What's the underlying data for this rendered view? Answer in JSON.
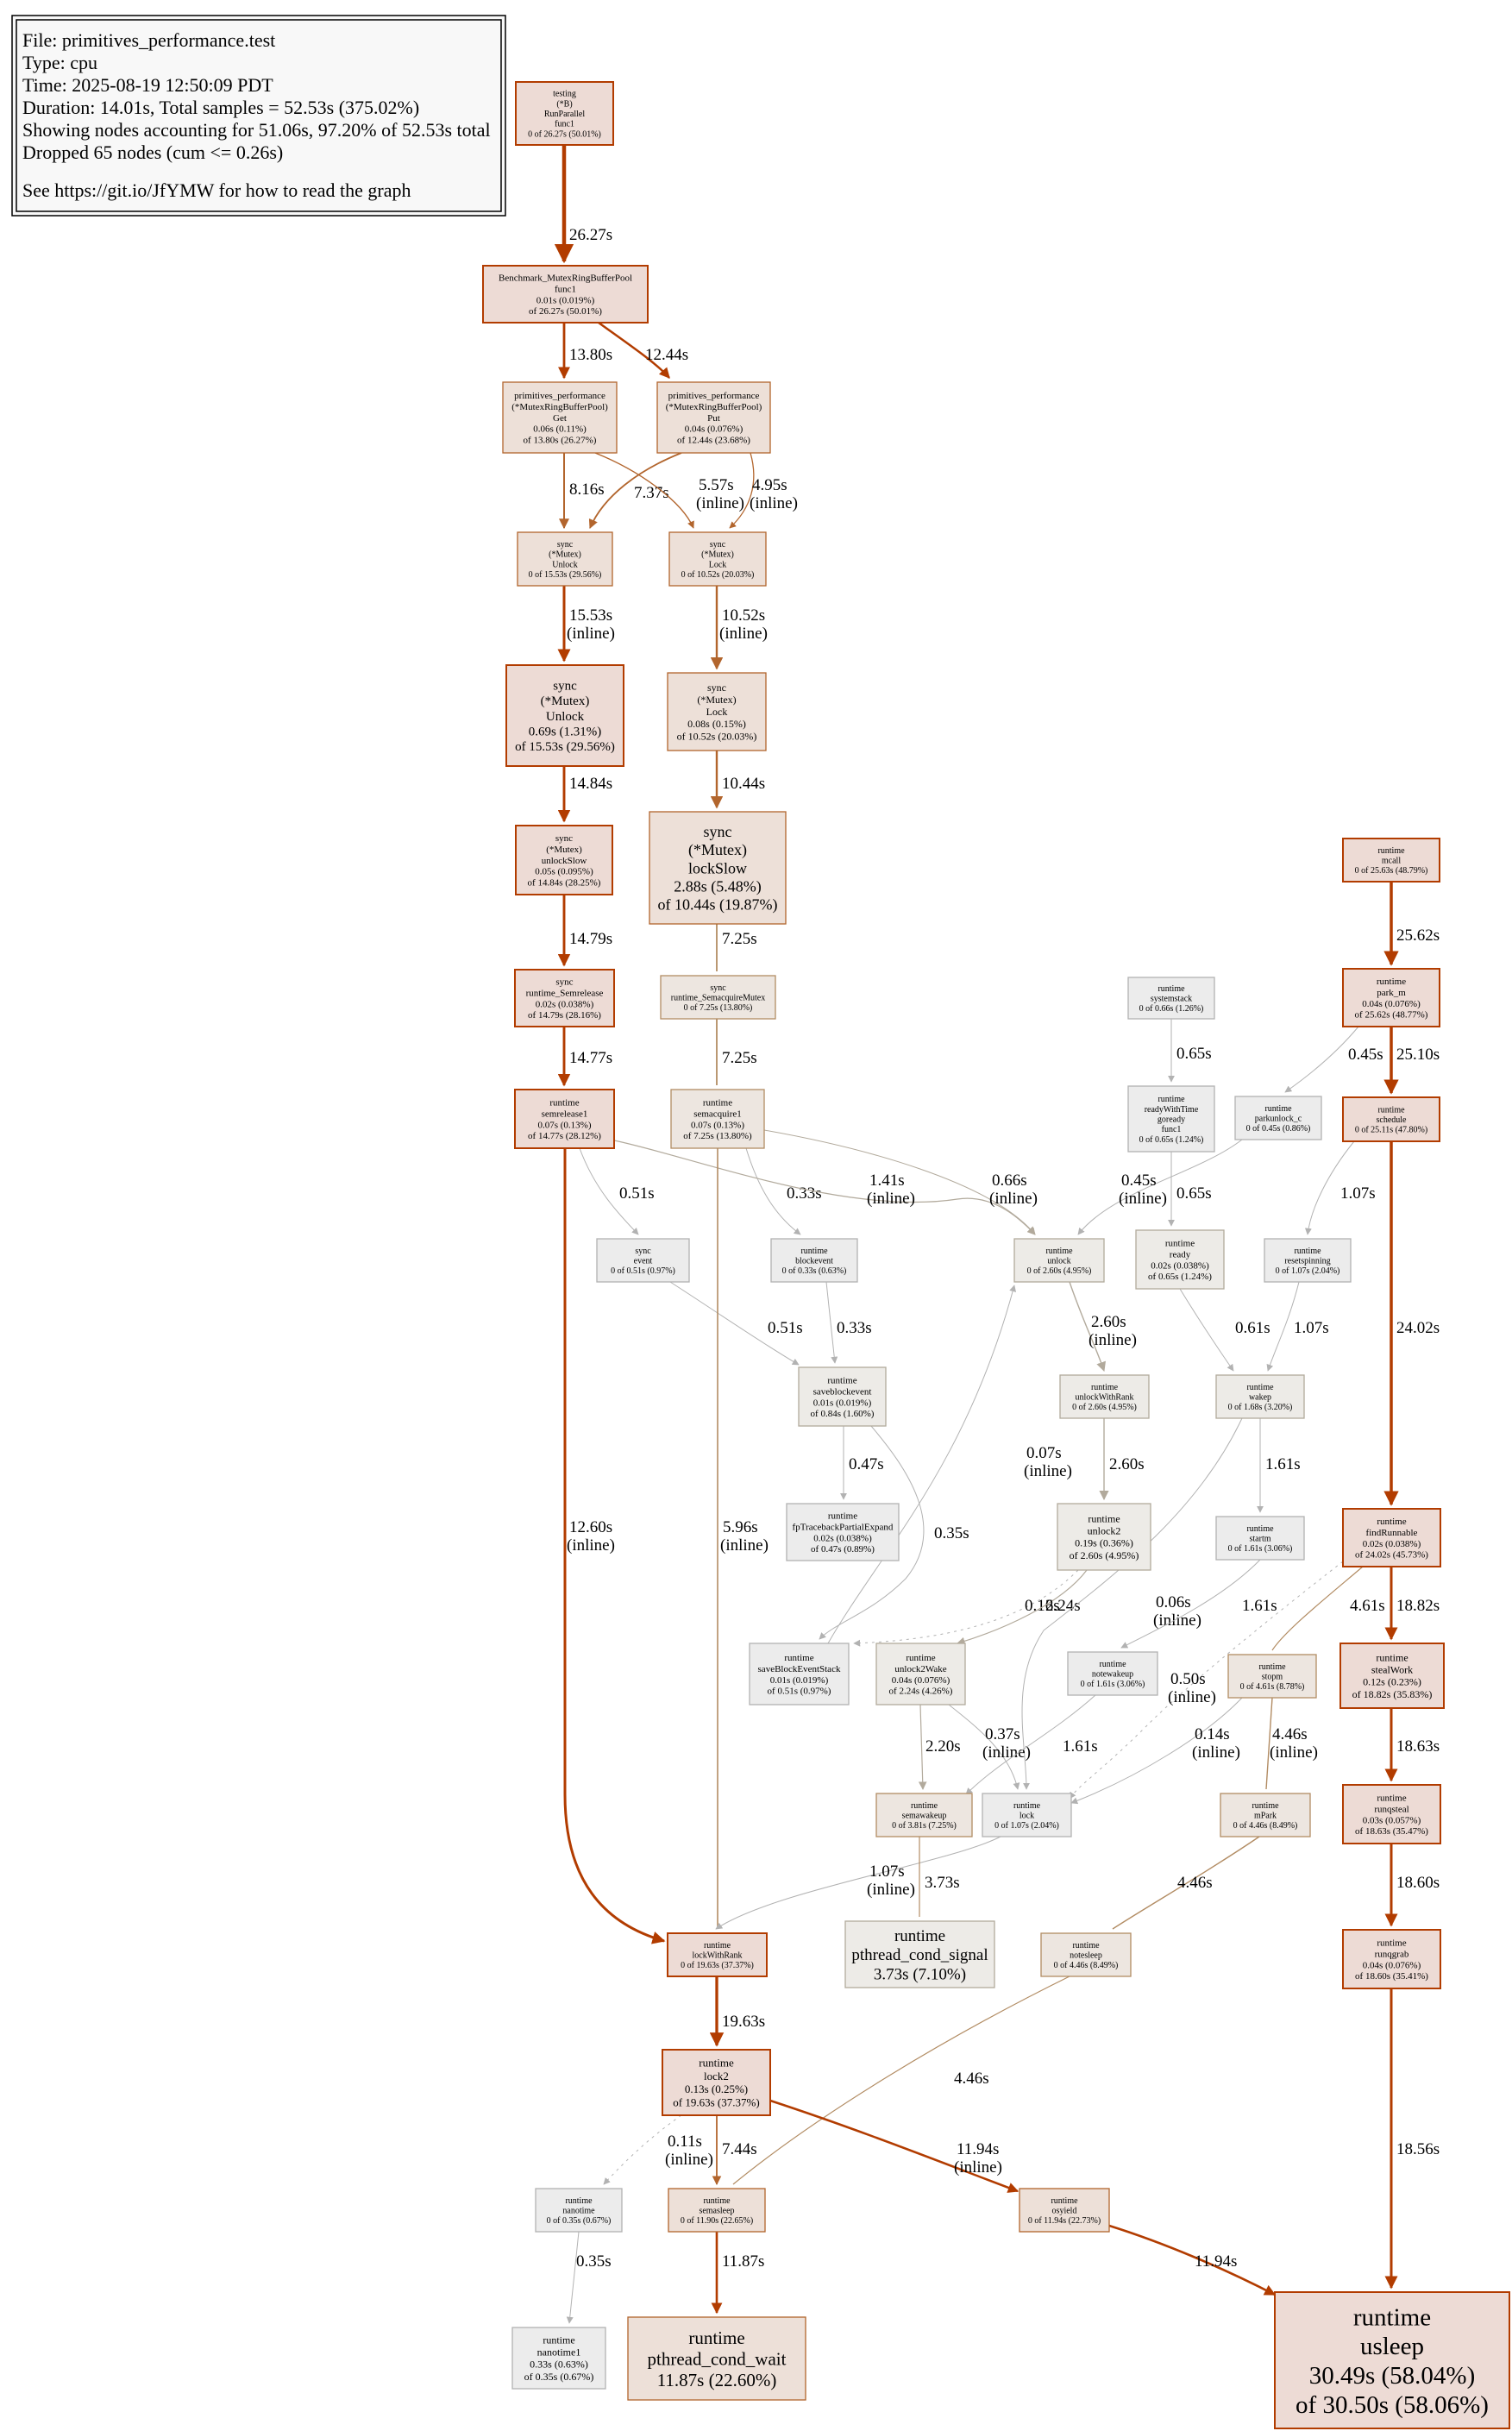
{
  "legend": {
    "lines": [
      "File: primitives_performance.test",
      "Type: cpu",
      "Time: 2025-08-19 12:50:09 PDT",
      "Duration: 14.01s, Total samples = 52.53s (375.02%)",
      "Showing nodes accounting for 51.06s, 97.20% of 52.53s total",
      "Dropped 65 nodes (cum <= 0.26s)",
      "",
      "See https://git.io/JfYMW for how to read the graph"
    ]
  },
  "colors": {
    "hot_border": "#b23c00",
    "warm_border": "#b2652d",
    "mid_border": "#b28c63",
    "cool_border": "#b2aa9c",
    "neutral_border": "#b2b2b2",
    "hot_fill": "#eddbd5",
    "warm_fill": "#ede0d8",
    "mild_fill": "#ede6e0",
    "cool_fill": "#edebe7",
    "neutral_fill": "#ececec"
  },
  "nodes": [
    {
      "id": "testing_runparallel",
      "lines": [
        "testing",
        "(*B)",
        "RunParallel",
        "func1",
        "0 of 26.27s (50.01%)"
      ]
    },
    {
      "id": "benchmark_func1",
      "lines": [
        "Benchmark_MutexRingBufferPool",
        "func1",
        "0.01s (0.019%)",
        "of 26.27s (50.01%)"
      ]
    },
    {
      "id": "pool_get",
      "lines": [
        "primitives_performance",
        "(*MutexRingBufferPool)",
        "Get",
        "0.06s (0.11%)",
        "of 13.80s (26.27%)"
      ]
    },
    {
      "id": "pool_put",
      "lines": [
        "primitives_performance",
        "(*MutexRingBufferPool)",
        "Put",
        "0.04s (0.076%)",
        "of 12.44s (23.68%)"
      ]
    },
    {
      "id": "mutex_unlock_outer",
      "lines": [
        "sync",
        "(*Mutex)",
        "Unlock",
        "0 of 15.53s (29.56%)"
      ]
    },
    {
      "id": "mutex_lock_outer",
      "lines": [
        "sync",
        "(*Mutex)",
        "Lock",
        "0 of 10.52s (20.03%)"
      ]
    },
    {
      "id": "mutex_unlock",
      "lines": [
        "sync",
        "(*Mutex)",
        "Unlock",
        "0.69s (1.31%)",
        "of 15.53s (29.56%)"
      ]
    },
    {
      "id": "mutex_lock",
      "lines": [
        "sync",
        "(*Mutex)",
        "Lock",
        "0.08s (0.15%)",
        "of 10.52s (20.03%)"
      ]
    },
    {
      "id": "unlock_slow",
      "lines": [
        "sync",
        "(*Mutex)",
        "unlockSlow",
        "0.05s (0.095%)",
        "of 14.84s (28.25%)"
      ]
    },
    {
      "id": "lock_slow",
      "lines": [
        "sync",
        "(*Mutex)",
        "lockSlow",
        "2.88s (5.48%)",
        "of 10.44s (19.87%)"
      ]
    },
    {
      "id": "semrelease",
      "lines": [
        "sync",
        "runtime_Semrelease",
        "0.02s (0.038%)",
        "of 14.79s (28.16%)"
      ]
    },
    {
      "id": "semacquire_mutex",
      "lines": [
        "sync",
        "runtime_SemacquireMutex",
        "0 of 7.25s (13.80%)"
      ]
    },
    {
      "id": "semrelease1",
      "lines": [
        "runtime",
        "semrelease1",
        "0.07s (0.13%)",
        "of 14.77s (28.12%)"
      ]
    },
    {
      "id": "semacquire1",
      "lines": [
        "runtime",
        "semacquire1",
        "0.07s (0.13%)",
        "of 7.25s (13.80%)"
      ]
    },
    {
      "id": "sync_event",
      "lines": [
        "sync",
        "event",
        "0 of 0.51s (0.97%)"
      ]
    },
    {
      "id": "blockevent",
      "lines": [
        "runtime",
        "blockevent",
        "0 of 0.33s (0.63%)"
      ]
    },
    {
      "id": "rt_unlock",
      "lines": [
        "runtime",
        "unlock",
        "0 of 2.60s (4.95%)"
      ]
    },
    {
      "id": "systemstack",
      "lines": [
        "runtime",
        "systemstack",
        "0 of 0.66s (1.26%)"
      ]
    },
    {
      "id": "ready_with_time",
      "lines": [
        "runtime",
        "readyWithTime",
        "goready",
        "func1",
        "0 of 0.65s (1.24%)"
      ]
    },
    {
      "id": "rt_ready",
      "lines": [
        "runtime",
        "ready",
        "0.02s (0.038%)",
        "of 0.65s (1.24%)"
      ]
    },
    {
      "id": "mcall",
      "lines": [
        "runtime",
        "mcall",
        "0 of 25.63s (48.79%)"
      ]
    },
    {
      "id": "park_m",
      "lines": [
        "runtime",
        "park_m",
        "0.04s (0.076%)",
        "of 25.62s (48.77%)"
      ]
    },
    {
      "id": "parkunlock_c",
      "lines": [
        "runtime",
        "parkunlock_c",
        "0 of 0.45s (0.86%)"
      ]
    },
    {
      "id": "schedule",
      "lines": [
        "runtime",
        "schedule",
        "0 of 25.11s (47.80%)"
      ]
    },
    {
      "id": "resetspinning",
      "lines": [
        "runtime",
        "resetspinning",
        "0 of 1.07s (2.04%)"
      ]
    },
    {
      "id": "saveblockevent",
      "lines": [
        "runtime",
        "saveblockevent",
        "0.01s (0.019%)",
        "of 0.84s (1.60%)"
      ]
    },
    {
      "id": "unlock_with_rank",
      "lines": [
        "runtime",
        "unlockWithRank",
        "0 of 2.60s (4.95%)"
      ]
    },
    {
      "id": "wakep",
      "lines": [
        "runtime",
        "wakep",
        "0 of 1.68s (3.20%)"
      ]
    },
    {
      "id": "fp_traceback",
      "lines": [
        "runtime",
        "fpTracebackPartialExpand",
        "0.02s (0.038%)",
        "of 0.47s (0.89%)"
      ]
    },
    {
      "id": "unlock2",
      "lines": [
        "runtime",
        "unlock2",
        "0.19s (0.36%)",
        "of 2.60s (4.95%)"
      ]
    },
    {
      "id": "startm",
      "lines": [
        "runtime",
        "startm",
        "0 of 1.61s (3.06%)"
      ]
    },
    {
      "id": "find_runnable",
      "lines": [
        "runtime",
        "findRunnable",
        "0.02s (0.038%)",
        "of 24.02s (45.73%)"
      ]
    },
    {
      "id": "save_block_event_stack",
      "lines": [
        "runtime",
        "saveBlockEventStack",
        "0.01s (0.019%)",
        "of 0.51s (0.97%)"
      ]
    },
    {
      "id": "unlock2_wake",
      "lines": [
        "runtime",
        "unlock2Wake",
        "0.04s (0.076%)",
        "of 2.24s (4.26%)"
      ]
    },
    {
      "id": "notewakeup",
      "lines": [
        "runtime",
        "notewakeup",
        "0 of 1.61s (3.06%)"
      ]
    },
    {
      "id": "stopm",
      "lines": [
        "runtime",
        "stopm",
        "0 of 4.61s (8.78%)"
      ]
    },
    {
      "id": "steal_work",
      "lines": [
        "runtime",
        "stealWork",
        "0.12s (0.23%)",
        "of 18.82s (35.83%)"
      ]
    },
    {
      "id": "semawakeup",
      "lines": [
        "runtime",
        "semawakeup",
        "0 of 3.81s (7.25%)"
      ]
    },
    {
      "id": "rt_lock",
      "lines": [
        "runtime",
        "lock",
        "0 of 1.07s (2.04%)"
      ]
    },
    {
      "id": "mpark",
      "lines": [
        "runtime",
        "mPark",
        "0 of 4.46s (8.49%)"
      ]
    },
    {
      "id": "runqsteal",
      "lines": [
        "runtime",
        "runqsteal",
        "0.03s (0.057%)",
        "of 18.63s (35.47%)"
      ]
    },
    {
      "id": "pthread_cond_signal",
      "lines": [
        "runtime",
        "pthread_cond_signal",
        "3.73s (7.10%)"
      ]
    },
    {
      "id": "lock_with_rank",
      "lines": [
        "runtime",
        "lockWithRank",
        "0 of 19.63s (37.37%)"
      ]
    },
    {
      "id": "notesleep",
      "lines": [
        "runtime",
        "notesleep",
        "0 of 4.46s (8.49%)"
      ]
    },
    {
      "id": "runqgrab",
      "lines": [
        "runtime",
        "runqgrab",
        "0.04s (0.076%)",
        "of 18.60s (35.41%)"
      ]
    },
    {
      "id": "lock2",
      "lines": [
        "runtime",
        "lock2",
        "0.13s (0.25%)",
        "of 19.63s (37.37%)"
      ]
    },
    {
      "id": "nanotime",
      "lines": [
        "runtime",
        "nanotime",
        "0 of 0.35s (0.67%)"
      ]
    },
    {
      "id": "semasleep",
      "lines": [
        "runtime",
        "semasleep",
        "0 of 11.90s (22.65%)"
      ]
    },
    {
      "id": "osyield",
      "lines": [
        "runtime",
        "osyield",
        "0 of 11.94s (22.73%)"
      ]
    },
    {
      "id": "nanotime1",
      "lines": [
        "runtime",
        "nanotime1",
        "0.33s (0.63%)",
        "of 0.35s (0.67%)"
      ]
    },
    {
      "id": "pthread_cond_wait",
      "lines": [
        "runtime",
        "pthread_cond_wait",
        "11.87s (22.60%)"
      ]
    },
    {
      "id": "usleep",
      "lines": [
        "runtime",
        "usleep",
        "30.49s (58.04%)",
        "of 30.50s (58.06%)"
      ]
    }
  ],
  "edges": [
    {
      "from": "testing_runparallel",
      "to": "benchmark_func1",
      "label": [
        "26.27s"
      ]
    },
    {
      "from": "benchmark_func1",
      "to": "pool_get",
      "label": [
        "13.80s"
      ]
    },
    {
      "from": "benchmark_func1",
      "to": "pool_put",
      "label": [
        "12.44s"
      ]
    },
    {
      "from": "pool_get",
      "to": "mutex_unlock_outer",
      "label": [
        "8.16s"
      ]
    },
    {
      "from": "pool_put",
      "to": "mutex_unlock_outer",
      "label": [
        "7.37s"
      ]
    },
    {
      "from": "pool_get",
      "to": "mutex_lock_outer",
      "label": [
        "5.57s",
        "(inline)"
      ]
    },
    {
      "from": "pool_put",
      "to": "mutex_lock_outer",
      "label": [
        "4.95s",
        "(inline)"
      ]
    },
    {
      "from": "mutex_unlock_outer",
      "to": "mutex_unlock",
      "label": [
        "15.53s",
        "(inline)"
      ]
    },
    {
      "from": "mutex_lock_outer",
      "to": "mutex_lock",
      "label": [
        "10.52s",
        "(inline)"
      ]
    },
    {
      "from": "mutex_unlock",
      "to": "unlock_slow",
      "label": [
        "14.84s"
      ]
    },
    {
      "from": "mutex_lock",
      "to": "lock_slow",
      "label": [
        "10.44s"
      ]
    },
    {
      "from": "unlock_slow",
      "to": "semrelease",
      "label": [
        "14.79s"
      ]
    },
    {
      "from": "lock_slow",
      "to": "semacquire_mutex",
      "label": [
        "7.25s"
      ]
    },
    {
      "from": "semrelease",
      "to": "semrelease1",
      "label": [
        "14.77s"
      ]
    },
    {
      "from": "semacquire_mutex",
      "to": "semacquire1",
      "label": [
        "7.25s"
      ]
    },
    {
      "from": "semrelease1",
      "to": "sync_event",
      "label": [
        "0.51s"
      ]
    },
    {
      "from": "semacquire1",
      "to": "blockevent",
      "label": [
        "0.33s"
      ]
    },
    {
      "from": "semrelease1",
      "to": "rt_unlock",
      "label": [
        "1.41s",
        "(inline)"
      ]
    },
    {
      "from": "semacquire1",
      "to": "rt_unlock",
      "label": [
        "0.66s",
        "(inline)"
      ]
    },
    {
      "from": "parkunlock_c",
      "to": "rt_unlock",
      "label": [
        "0.45s",
        "(inline)"
      ]
    },
    {
      "from": "systemstack",
      "to": "ready_with_time",
      "label": [
        "0.65s"
      ]
    },
    {
      "from": "ready_with_time",
      "to": "rt_ready",
      "label": [
        "0.65s"
      ]
    },
    {
      "from": "mcall",
      "to": "park_m",
      "label": [
        "25.62s"
      ]
    },
    {
      "from": "park_m",
      "to": "parkunlock_c",
      "label": [
        "0.45s"
      ]
    },
    {
      "from": "park_m",
      "to": "schedule",
      "label": [
        "25.10s"
      ]
    },
    {
      "from": "schedule",
      "to": "resetspinning",
      "label": [
        "1.07s"
      ]
    },
    {
      "from": "sync_event",
      "to": "saveblockevent",
      "label": [
        "0.51s"
      ]
    },
    {
      "from": "blockevent",
      "to": "saveblockevent",
      "label": [
        "0.33s"
      ]
    },
    {
      "from": "rt_unlock",
      "to": "unlock_with_rank",
      "label": [
        "2.60s",
        "(inline)"
      ]
    },
    {
      "from": "rt_ready",
      "to": "wakep",
      "label": [
        "0.61s"
      ]
    },
    {
      "from": "resetspinning",
      "to": "wakep",
      "label": [
        "1.07s"
      ]
    },
    {
      "from": "schedule",
      "to": "find_runnable",
      "label": [
        "24.02s"
      ]
    },
    {
      "from": "saveblockevent",
      "to": "fp_traceback",
      "label": [
        "0.47s"
      ]
    },
    {
      "from": "saveblockevent",
      "to": "save_block_event_stack",
      "label": [
        "0.35s"
      ]
    },
    {
      "from": "unlock_with_rank",
      "to": "unlock2",
      "label": [
        "2.60s"
      ]
    },
    {
      "from": "wakep",
      "to": "startm",
      "label": [
        "1.61s"
      ]
    },
    {
      "from": "save_block_event_stack",
      "to": "rt_unlock",
      "label": [
        "0.07s",
        "(inline)"
      ]
    },
    {
      "from": "semrelease1",
      "to": "lock_with_rank",
      "label": [
        "12.60s",
        "(inline)"
      ]
    },
    {
      "from": "semacquire1",
      "to": "lock_with_rank",
      "label": [
        "5.96s",
        "(inline)"
      ]
    },
    {
      "from": "unlock2",
      "to": "save_block_event_stack",
      "label": [
        "0.16s"
      ]
    },
    {
      "from": "unlock2",
      "to": "unlock2_wake",
      "label": [
        "2.24s"
      ]
    },
    {
      "from": "wakep",
      "to": "rt_lock",
      "label": [
        "0.06s",
        "(inline)"
      ]
    },
    {
      "from": "startm",
      "to": "notewakeup",
      "label": [
        "1.61s"
      ]
    },
    {
      "from": "find_runnable",
      "to": "stopm",
      "label": [
        "4.61s"
      ]
    },
    {
      "from": "find_runnable",
      "to": "rt_lock",
      "label": [
        "0.50s",
        "(inline)"
      ]
    },
    {
      "from": "find_runnable",
      "to": "steal_work",
      "label": [
        "18.82s"
      ]
    },
    {
      "from": "unlock2_wake",
      "to": "semawakeup",
      "label": [
        "2.20s"
      ]
    },
    {
      "from": "unlock2_wake",
      "to": "rt_lock",
      "label": [
        "0.37s",
        "(inline)"
      ]
    },
    {
      "from": "notewakeup",
      "to": "semawakeup",
      "label": [
        "1.61s"
      ]
    },
    {
      "from": "stopm",
      "to": "rt_lock",
      "label": [
        "0.14s",
        "(inline)"
      ]
    },
    {
      "from": "stopm",
      "to": "mpark",
      "label": [
        "4.46s",
        "(inline)"
      ]
    },
    {
      "from": "steal_work",
      "to": "runqsteal",
      "label": [
        "18.63s"
      ]
    },
    {
      "from": "rt_lock",
      "to": "lock_with_rank",
      "label": [
        "1.07s",
        "(inline)"
      ]
    },
    {
      "from": "semawakeup",
      "to": "pthread_cond_signal",
      "label": [
        "3.73s"
      ]
    },
    {
      "from": "mpark",
      "to": "notesleep",
      "label": [
        "4.46s"
      ]
    },
    {
      "from": "runqsteal",
      "to": "runqgrab",
      "label": [
        "18.60s"
      ]
    },
    {
      "from": "lock_with_rank",
      "to": "lock2",
      "label": [
        "19.63s"
      ]
    },
    {
      "from": "notesleep",
      "to": "semasleep",
      "label": [
        "4.46s"
      ]
    },
    {
      "from": "lock2",
      "to": "nanotime",
      "label": [
        "0.11s",
        "(inline)"
      ]
    },
    {
      "from": "lock2",
      "to": "semasleep",
      "label": [
        "7.44s"
      ]
    },
    {
      "from": "lock2",
      "to": "osyield",
      "label": [
        "11.94s",
        "(inline)"
      ]
    },
    {
      "from": "runqgrab",
      "to": "usleep",
      "label": [
        "18.56s"
      ]
    },
    {
      "from": "nanotime",
      "to": "nanotime1",
      "label": [
        "0.35s"
      ]
    },
    {
      "from": "semasleep",
      "to": "pthread_cond_wait",
      "label": [
        "11.87s"
      ]
    },
    {
      "from": "osyield",
      "to": "usleep",
      "label": [
        "11.94s"
      ]
    }
  ]
}
